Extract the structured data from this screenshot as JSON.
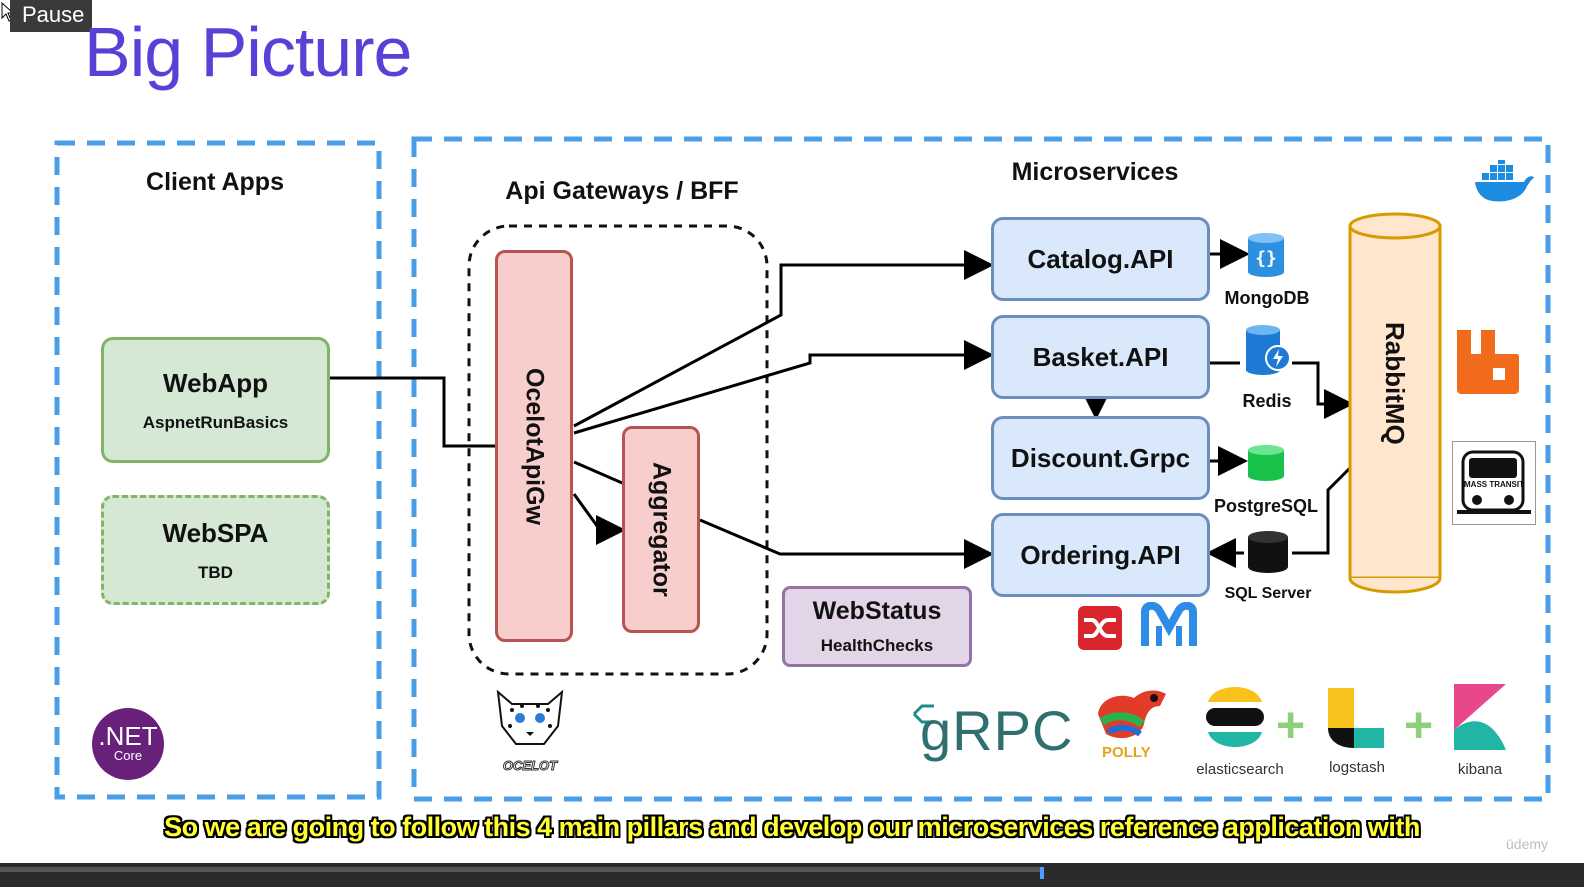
{
  "player": {
    "pause_label": "Pause",
    "watermark": "ūdemy"
  },
  "slide": {
    "title": "Big Picture"
  },
  "sections": {
    "client_apps": "Client Apps",
    "api_gateways": "Api Gateways / BFF",
    "microservices": "Microservices"
  },
  "client_apps": {
    "webapp": {
      "title": "WebApp",
      "subtitle": "AspnetRunBasics"
    },
    "webspa": {
      "title": "WebSPA",
      "subtitle": "TBD"
    }
  },
  "gateway": {
    "ocelot": "OcelotApiGw",
    "aggregator": "Aggregator"
  },
  "services": [
    {
      "name": "Catalog.API"
    },
    {
      "name": "Basket.API"
    },
    {
      "name": "Discount.Grpc"
    },
    {
      "name": "Ordering.API"
    }
  ],
  "databases": {
    "mongodb": "MongoDB",
    "redis": "Redis",
    "postgresql": "PostgreSQL",
    "sqlserver": "SQL Server"
  },
  "message_broker": "RabbitMQ",
  "webstatus": {
    "title": "WebStatus",
    "subtitle": "HealthChecks"
  },
  "logos": {
    "netcore_main": ".NET",
    "netcore_sub": "Core",
    "ocelot": "OCELOT",
    "grpc": "gRPC",
    "polly": "POLLY",
    "elasticsearch": "elasticsearch",
    "logstash": "logstash",
    "kibana": "kibana",
    "masstransit": "MASS TRANSIT",
    "plus": "+"
  },
  "caption": "So we are going to follow this 4 main pillars and develop our microservices reference application with",
  "colors": {
    "title": "#5b3fd6",
    "dashed_frame": "#4a9ee8",
    "client_box": "#d5e8d4",
    "service_box": "#dae8fc",
    "gateway_box": "#f8cecc",
    "rabbitmq_fill": "#ffe6cc",
    "rabbitmq_stroke": "#d79b00",
    "caption_text": "#ffff33"
  }
}
